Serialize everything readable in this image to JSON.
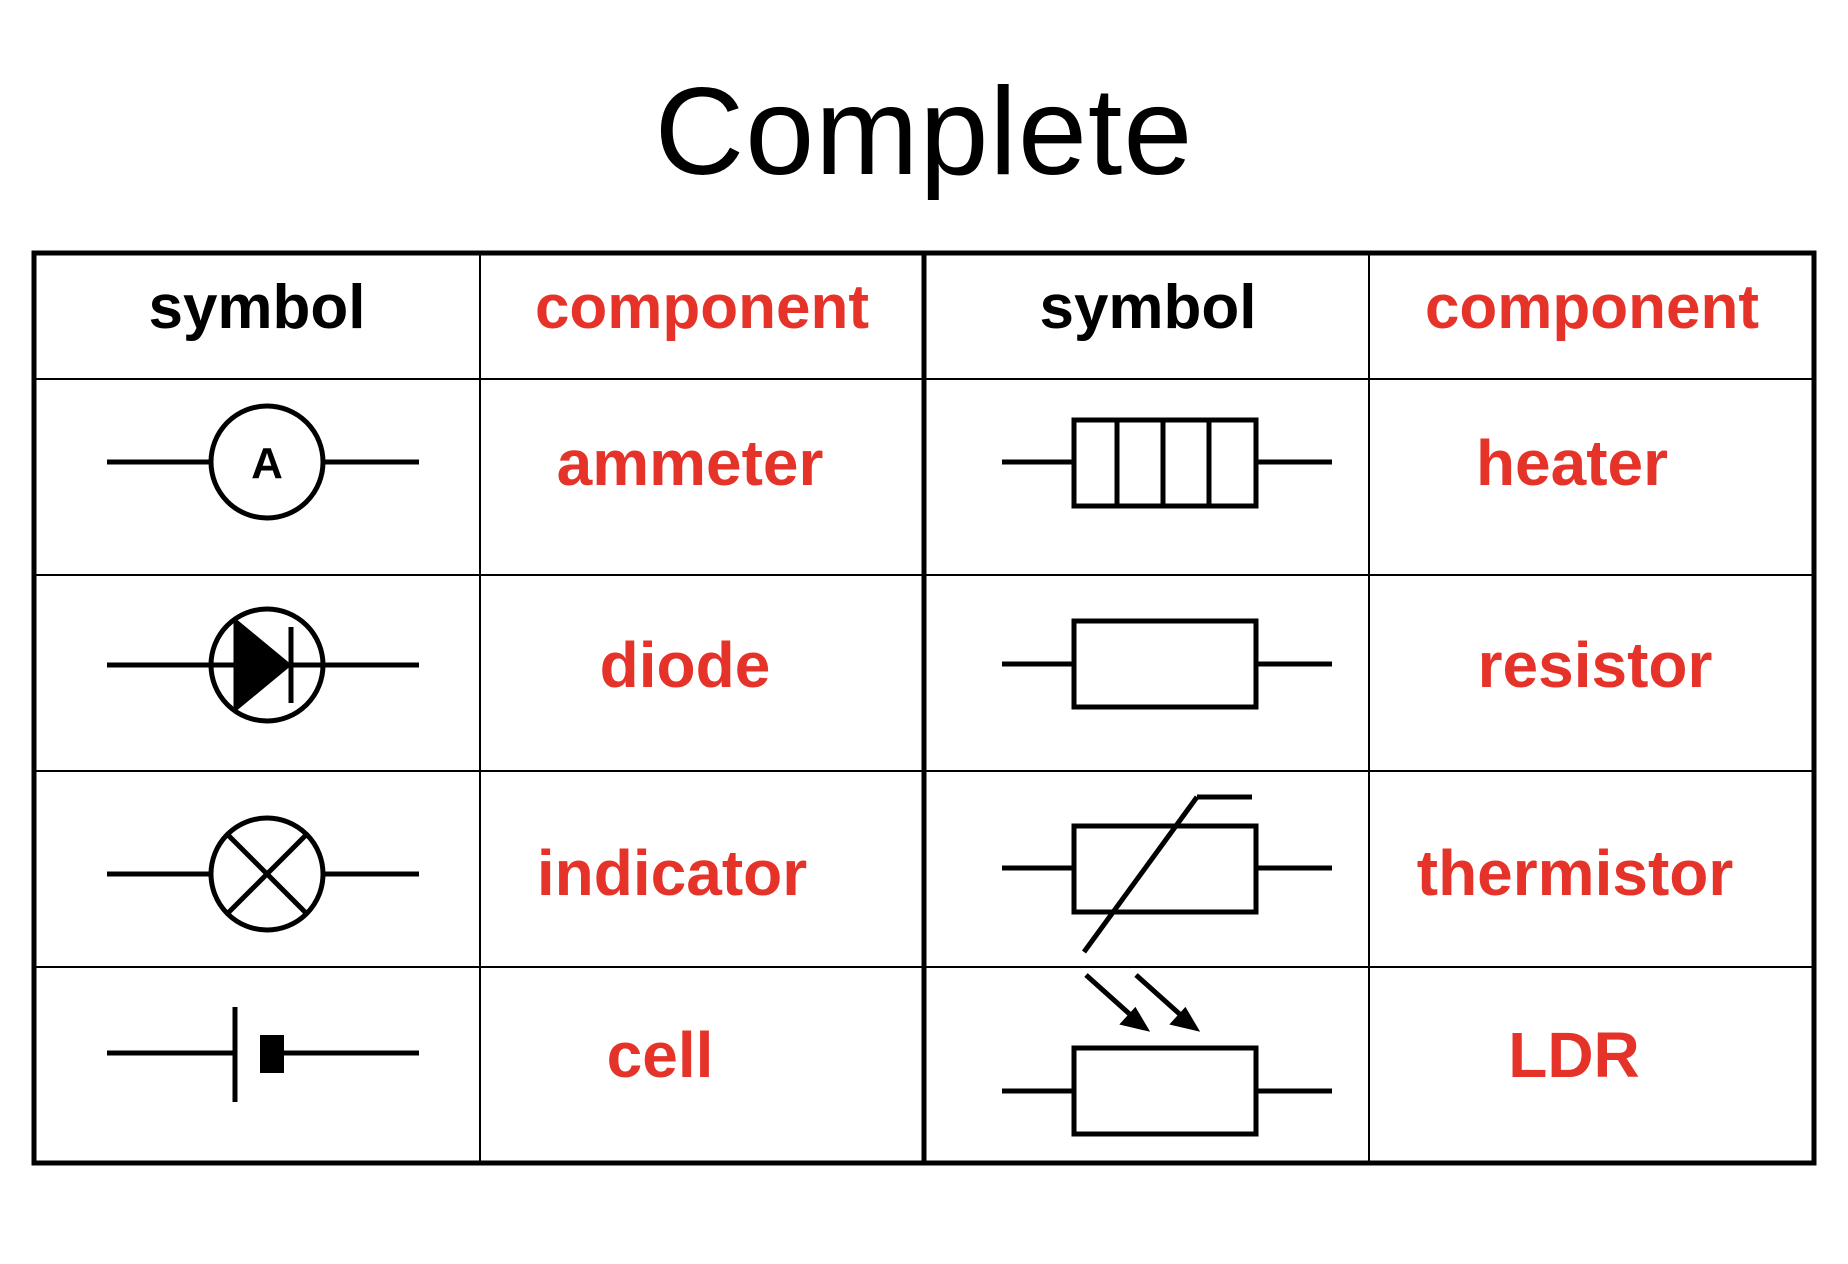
{
  "title": "Complete",
  "colors": {
    "accent": "#e5332a",
    "ink": "#000000"
  },
  "headers": {
    "left_symbol": "symbol",
    "left_component": "component",
    "right_symbol": "symbol",
    "right_component": "component"
  },
  "rows": [
    {
      "left": {
        "symbol_icon": "ammeter-symbol",
        "symbol_text": "A",
        "component": "ammeter"
      },
      "right": {
        "symbol_icon": "heater-symbol",
        "component": "heater"
      }
    },
    {
      "left": {
        "symbol_icon": "diode-symbol",
        "component": "diode"
      },
      "right": {
        "symbol_icon": "resistor-symbol",
        "component": "resistor"
      }
    },
    {
      "left": {
        "symbol_icon": "indicator-symbol",
        "component": "indicator"
      },
      "right": {
        "symbol_icon": "thermistor-symbol",
        "component": "thermistor"
      }
    },
    {
      "left": {
        "symbol_icon": "cell-symbol",
        "component": "cell"
      },
      "right": {
        "symbol_icon": "ldr-symbol",
        "component": "LDR"
      }
    }
  ]
}
